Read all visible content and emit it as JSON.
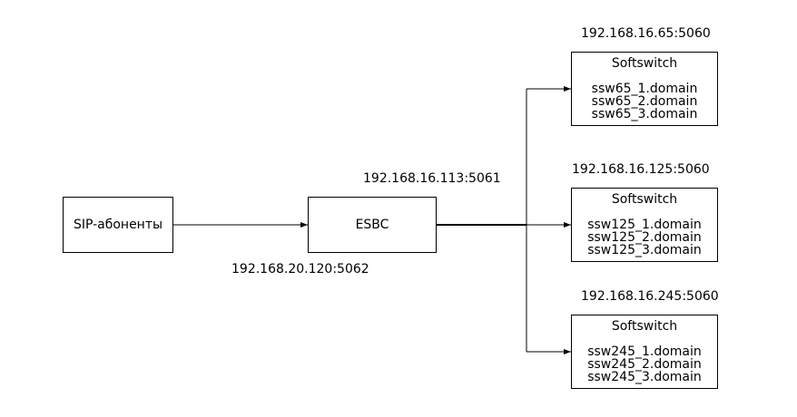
{
  "nodes": {
    "subscribers": {
      "label": "SIP-абоненты"
    },
    "esbc": {
      "label": "ESBC"
    }
  },
  "addresses": {
    "esbc_external": "192.168.20.120:5062",
    "esbc_internal": "192.168.16.113:5061"
  },
  "softswitches": [
    {
      "title": "Softswitch",
      "address": "192.168.16.65:5060",
      "domains": [
        "ssw65_1.domain",
        "ssw65_2.domain",
        "ssw65_3.domain"
      ]
    },
    {
      "title": "Softswitch",
      "address": "192.168.16.125:5060",
      "domains": [
        "ssw125_1.domain",
        "ssw125_2.domain",
        "ssw125_3.domain"
      ]
    },
    {
      "title": "Softswitch",
      "address": "192.168.16.245:5060",
      "domains": [
        "ssw245_1.domain",
        "ssw245_2.domain",
        "ssw245_3.domain"
      ]
    }
  ],
  "colors": {
    "line": "#000000",
    "background": "#ffffff"
  }
}
